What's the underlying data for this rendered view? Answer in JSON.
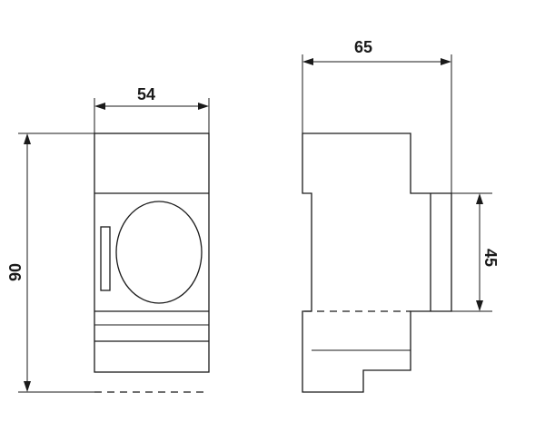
{
  "dimensions": {
    "front_width": "54",
    "height": "90",
    "side_depth": "65",
    "rail_height": "45"
  }
}
